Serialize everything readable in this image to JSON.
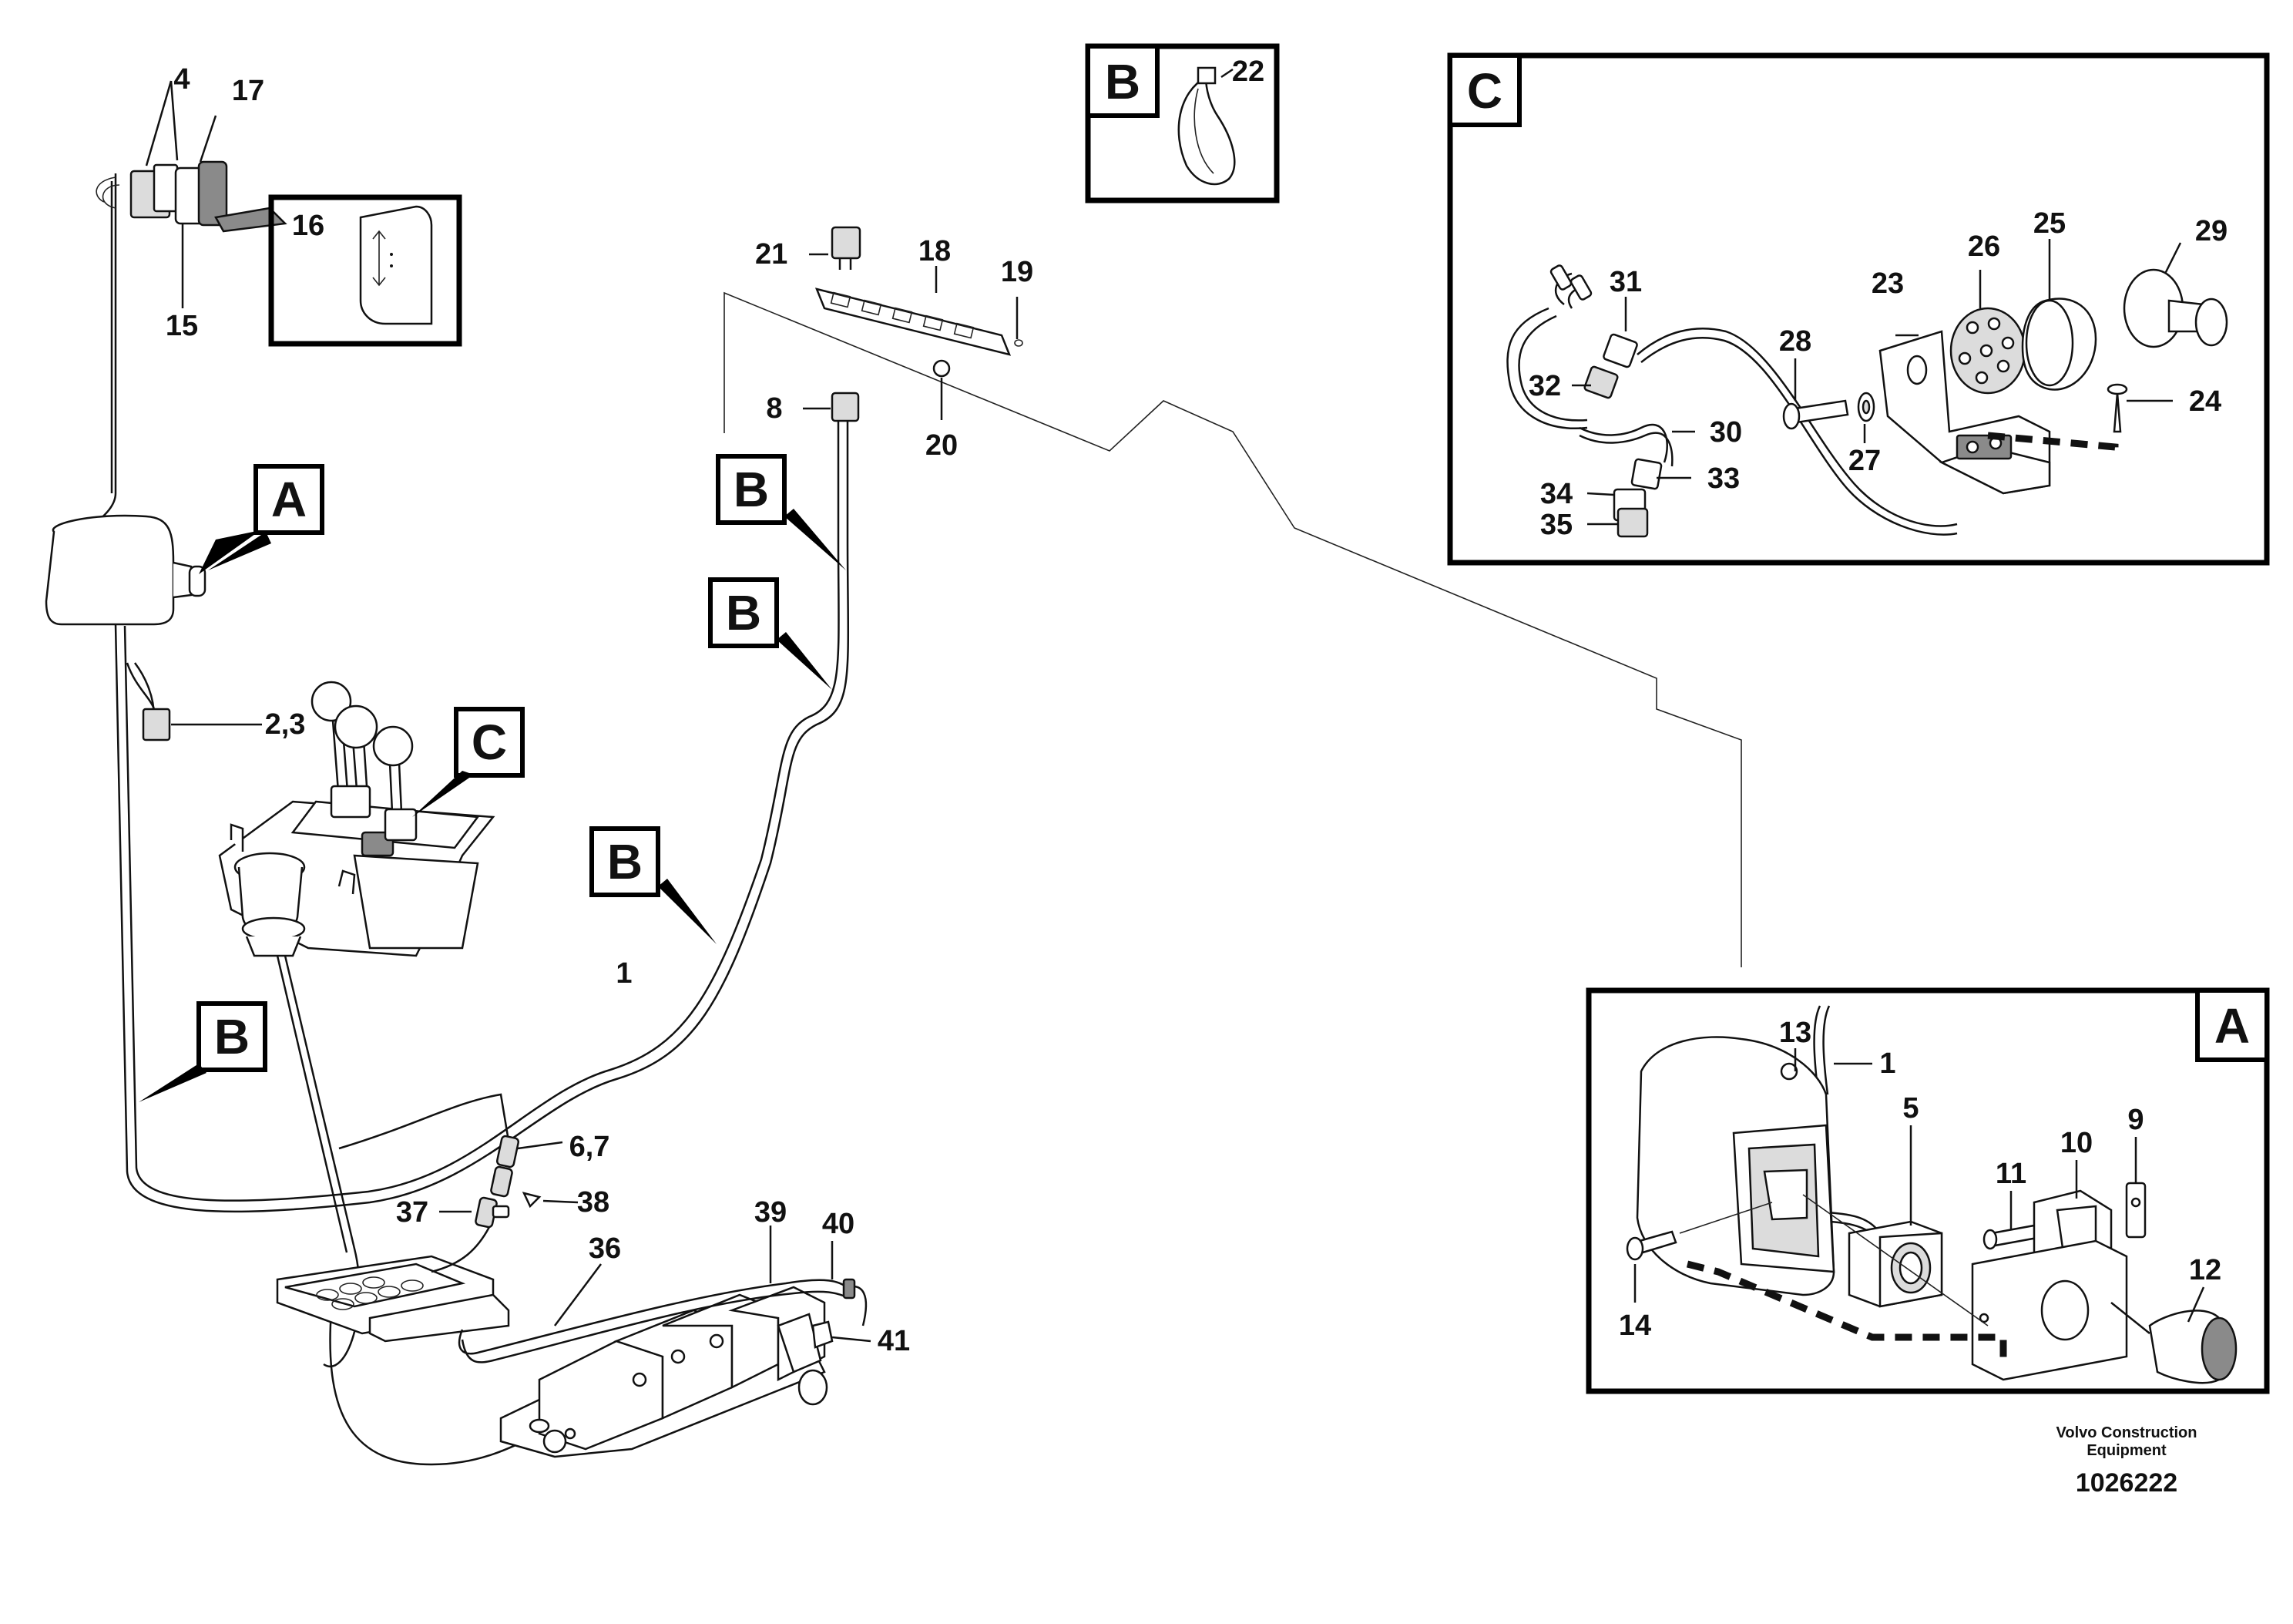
{
  "detail_labels": {
    "a": "A",
    "b": "B",
    "c": "C"
  },
  "callouts": {
    "c4": "4",
    "c17": "17",
    "c16": "16",
    "c15": "15",
    "c21": "21",
    "c18": "18",
    "c19": "19",
    "c8": "8",
    "c20": "20",
    "c22": "22",
    "c31": "31",
    "c26": "26",
    "c25": "25",
    "c29": "29",
    "c23": "23",
    "c28": "28",
    "c32": "32",
    "c30": "30",
    "c27": "27",
    "c24": "24",
    "c34": "34",
    "c33": "33",
    "c35": "35",
    "c23b": "2,3",
    "c1": "1",
    "c67": "6,7",
    "c37": "37",
    "c38": "38",
    "c39": "39",
    "c40": "40",
    "c36": "36",
    "c41": "41",
    "c13": "13",
    "c1b": "1",
    "c5": "5",
    "c11": "11",
    "c10": "10",
    "c9": "9",
    "c14": "14",
    "c12": "12"
  },
  "footer": {
    "company_line1": "Volvo Construction",
    "company_line2": "Equipment",
    "drawing_id": "1026222"
  }
}
